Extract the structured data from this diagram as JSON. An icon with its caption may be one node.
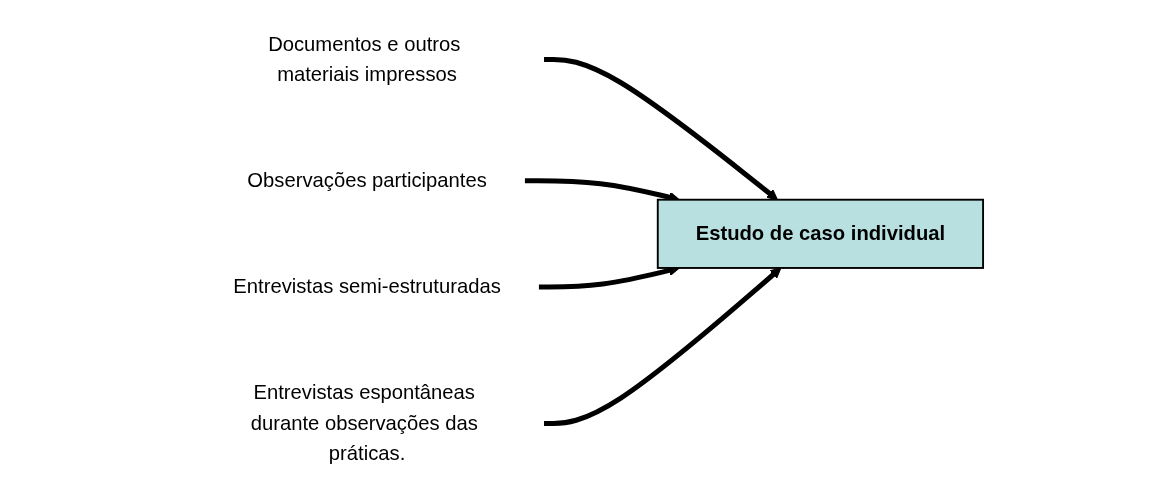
{
  "diagram": {
    "nodes": [
      {
        "text": [
          "Estudo de caso individual"
        ]
      },
      {
        "text": [
          "Documentos e outros materiais impressos"
        ]
      },
      {
        "text": [
          "Observações participantes"
        ]
      },
      {
        "text": [
          "Entrevistas semi-estruturadas"
        ]
      },
      {
        "text": [
          "Entrevistas espontâneas durante observações das práticas."
        ]
      }
    ],
    "edges": [
      {
        "from": 1,
        "to": 0,
        "arrow": "to"
      },
      {
        "from": 2,
        "to": 0,
        "arrow": "to"
      },
      {
        "from": 3,
        "to": 0,
        "arrow": "to"
      },
      {
        "from": 4,
        "to": 0,
        "arrow": "to"
      }
    ]
  }
}
